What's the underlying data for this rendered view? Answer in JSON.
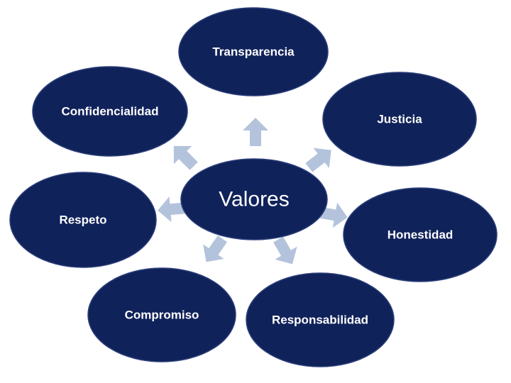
{
  "center": {
    "label": "Valores"
  },
  "values": [
    {
      "id": "transparencia",
      "label": "Transparencia"
    },
    {
      "id": "justicia",
      "label": "Justicia"
    },
    {
      "id": "honestidad",
      "label": "Honestidad"
    },
    {
      "id": "responsabilidad",
      "label": "Responsabilidad"
    },
    {
      "id": "compromiso",
      "label": "Compromiso"
    },
    {
      "id": "respeto",
      "label": "Respeto"
    },
    {
      "id": "confidencialidad",
      "label": "Confidencialidad"
    }
  ],
  "colors": {
    "node_fill": "#10225a",
    "arrow_fill": "#b4c3dc",
    "text": "#ffffff",
    "background": "#ffffff"
  }
}
